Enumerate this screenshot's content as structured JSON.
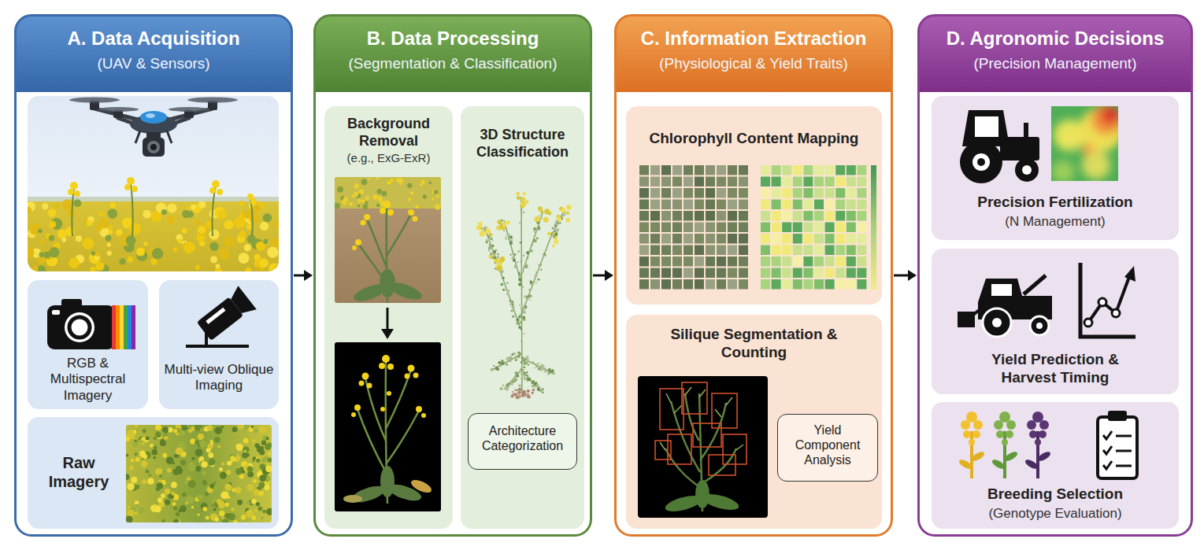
{
  "diagram": {
    "nodes": [
      {
        "text": [
          "A. Data Acquisition",
          "(UAV & Sensors)"
        ]
      },
      {
        "text": [
          "RGB & Multispectral Imagery"
        ],
        "in": 0
      },
      {
        "text": [
          "Multi-view Oblique Imaging"
        ],
        "in": 0
      },
      {
        "text": [
          "Raw Imagery"
        ],
        "in": 0
      },
      {
        "text": [
          "B. Data Processing",
          "(Segmentation & Classification)"
        ]
      },
      {
        "text": [
          "Background Removal",
          "(e.g., ExG-ExR)"
        ],
        "in": 4
      },
      {
        "text": [
          "3D Structure Classification"
        ],
        "in": 4
      },
      {
        "text": [
          "Architecture Categorization"
        ],
        "in": 6
      },
      {
        "text": [
          "C. Information Extraction",
          "(Physiological & Yield Traits)"
        ]
      },
      {
        "text": [
          "Chlorophyll Content Mapping"
        ],
        "in": 8
      },
      {
        "text": [
          "Silique Segmentation & Counting"
        ],
        "in": 8
      },
      {
        "text": [
          "Yield Component Analysis"
        ],
        "in": 10
      },
      {
        "text": [
          "D. Agronomic Decisions",
          "(Precision Management)"
        ]
      },
      {
        "text": [
          "Precision Fertilization",
          "(N Management)"
        ],
        "in": 12
      },
      {
        "text": [
          "Yield Prediction & Harvest Timing"
        ],
        "in": 12
      },
      {
        "text": [
          "Breeding Selection",
          "(Genotype Evaluation)"
        ],
        "in": 12
      }
    ],
    "edges": [
      {
        "from": 0,
        "to": 4,
        "arrow": "to"
      },
      {
        "from": 4,
        "to": 8,
        "arrow": "to"
      },
      {
        "from": 8,
        "to": 12,
        "arrow": "to"
      }
    ]
  }
}
